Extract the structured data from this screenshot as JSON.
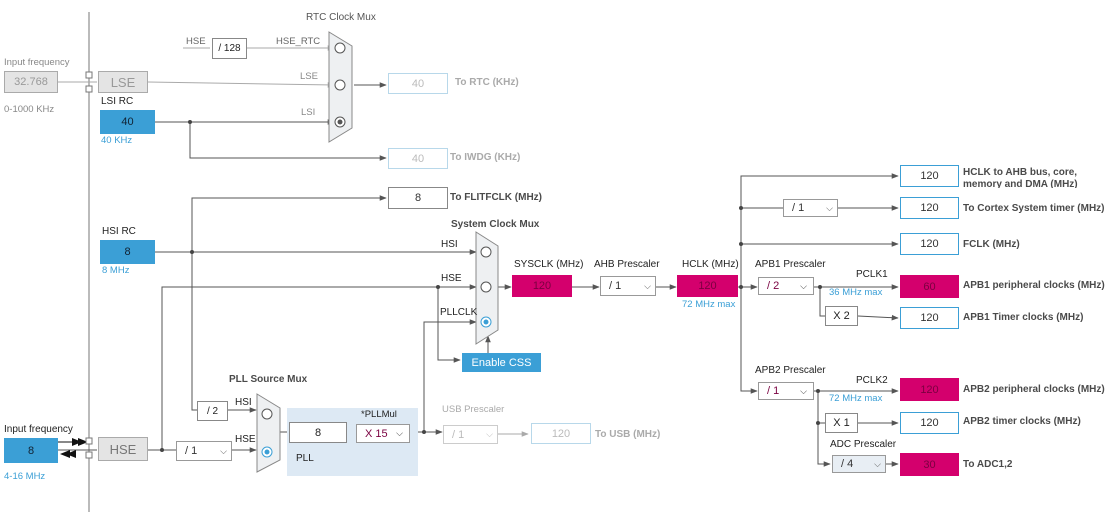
{
  "lse": {
    "input_label": "Input frequency",
    "input_value": "32.768",
    "range": "0-1000 KHz",
    "box": "LSE"
  },
  "lsi": {
    "title": "LSI RC",
    "value": "40",
    "freq": "40 KHz"
  },
  "hsi": {
    "title": "HSI RC",
    "value": "8",
    "freq": "8 MHz"
  },
  "hse": {
    "input_label": "Input frequency",
    "input_value": "8",
    "range": "4-16 MHz",
    "box": "HSE",
    "div": "/ 1"
  },
  "rtc": {
    "mux_title": "RTC Clock Mux",
    "hse_label": "HSE",
    "div128": "/ 128",
    "hse_rtc": "HSE_RTC",
    "in_lse": "LSE",
    "in_lsi": "LSI",
    "out_value": "40",
    "out_label": "To RTC (KHz)"
  },
  "iwdg": {
    "value": "40",
    "label": "To IWDG (KHz)"
  },
  "flit": {
    "value": "8",
    "label": "To FLITFCLK (MHz)"
  },
  "sysmux": {
    "title": "System Clock Mux",
    "in_hsi": "HSI",
    "in_hse": "HSE",
    "in_pll": "PLLCLK",
    "css": "Enable CSS"
  },
  "sysclk": {
    "title": "SYSCLK (MHz)",
    "value": "120"
  },
  "ahb": {
    "title": "AHB Prescaler",
    "value": "/ 1"
  },
  "hclk": {
    "title": "HCLK (MHz)",
    "value": "120",
    "max": "72 MHz max"
  },
  "pllsrc": {
    "title": "PLL Source Mux",
    "div2": "/ 2",
    "in_hsi": "HSI",
    "in_hse": "HSE"
  },
  "pll": {
    "value": "8",
    "mul_title": "*PLLMul",
    "mul": "X 15",
    "label": "PLL"
  },
  "usb": {
    "title": "USB Prescaler",
    "div": "/ 1",
    "value": "120",
    "label": "To USB (MHz)"
  },
  "outputs": {
    "hclk_ahb": {
      "value": "120",
      "label1": "HCLK to AHB bus, core,",
      "label2": "memory and DMA (MHz)"
    },
    "cortex": {
      "div": "/ 1",
      "value": "120",
      "label": "To Cortex System timer (MHz)"
    },
    "fclk": {
      "value": "120",
      "label": "FCLK (MHz)"
    }
  },
  "apb1": {
    "title": "APB1 Prescaler",
    "div": "/ 2",
    "pclk": "PCLK1",
    "max": "36 MHz max",
    "periph_value": "60",
    "periph_label": "APB1 peripheral clocks (MHz)",
    "mult": "X 2",
    "timer_value": "120",
    "timer_label": "APB1 Timer clocks (MHz)"
  },
  "apb2": {
    "title": "APB2 Prescaler",
    "div": "/ 1",
    "pclk": "PCLK2",
    "max": "72 MHz max",
    "periph_value": "120",
    "periph_label": "APB2 peripheral clocks (MHz)",
    "mult": "X 1",
    "timer_value": "120",
    "timer_label": "APB2 timer clocks (MHz)"
  },
  "adc": {
    "title": "ADC Prescaler",
    "div": "/ 4",
    "value": "30",
    "label": "To ADC1,2"
  },
  "colors": {
    "accent": "#3b9fd6",
    "error": "#d4006d",
    "disabled": "#e4e4e4",
    "pll_bg": "#dde9f4"
  }
}
